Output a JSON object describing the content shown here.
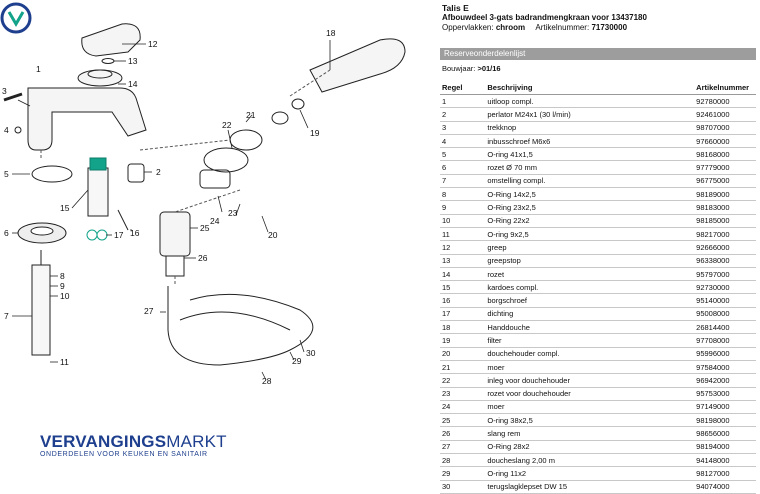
{
  "product": {
    "brand": "Talis E",
    "title": "Afbouwdeel 3-gats badrandmengkraan voor 13437180",
    "finish_label": "Oppervlakken:",
    "finish_value": "chroom",
    "article_label": "Artikelnummer:",
    "article_value": "71730000"
  },
  "parts_list_title": "Reserveonderdelenlijst",
  "build_year_label": "Bouwjaar:",
  "build_year_value": ">01/16",
  "columns": [
    "Regel",
    "Beschrijving",
    "Artikelnummer"
  ],
  "rows": [
    [
      "1",
      "uitloop compl.",
      "92780000"
    ],
    [
      "2",
      "perlator M24x1 (30 l/min)",
      "92461000"
    ],
    [
      "3",
      "trekknop",
      "98707000"
    ],
    [
      "4",
      "inbusschroef M6x6",
      "97660000"
    ],
    [
      "5",
      "O-ring 41x1,5",
      "98168000"
    ],
    [
      "6",
      "rozet Ø 70 mm",
      "97779000"
    ],
    [
      "7",
      "omstelling compl.",
      "96775000"
    ],
    [
      "8",
      "O-Ring 14x2,5",
      "98189000"
    ],
    [
      "9",
      "O-Ring 23x2,5",
      "98183000"
    ],
    [
      "10",
      "O-Ring 22x2",
      "98185000"
    ],
    [
      "11",
      "O-ring 9x2,5",
      "98217000"
    ],
    [
      "12",
      "greep",
      "92666000"
    ],
    [
      "13",
      "greepstop",
      "96338000"
    ],
    [
      "14",
      "rozet",
      "95797000"
    ],
    [
      "15",
      "kardoes compl.",
      "92730000"
    ],
    [
      "16",
      "borgschroef",
      "95140000"
    ],
    [
      "17",
      "dichting",
      "95008000"
    ],
    [
      "18",
      "Handdouche",
      "26814400"
    ],
    [
      "19",
      "filter",
      "97708000"
    ],
    [
      "20",
      "douchehouder compl.",
      "95996000"
    ],
    [
      "21",
      "moer",
      "97584000"
    ],
    [
      "22",
      "inleg voor douchehouder",
      "96942000"
    ],
    [
      "23",
      "rozet voor douchehouder",
      "95753000"
    ],
    [
      "24",
      "moer",
      "97149000"
    ],
    [
      "25",
      "O-ring 38x2,5",
      "98198000"
    ],
    [
      "26",
      "slang rem",
      "98656000"
    ],
    [
      "27",
      "O-Ring 28x2",
      "98194000"
    ],
    [
      "28",
      "doucheslang 2,00 m",
      "94148000"
    ],
    [
      "29",
      "O-ring 11x2",
      "98127000"
    ],
    [
      "30",
      "terugslagklepset DW 15",
      "94074000"
    ]
  ],
  "diagram_labels": [
    "1",
    "2",
    "3",
    "4",
    "5",
    "6",
    "7",
    "8",
    "9",
    "10",
    "11",
    "12",
    "13",
    "14",
    "15",
    "16",
    "17",
    "18",
    "19",
    "20",
    "21",
    "22",
    "23",
    "24",
    "25",
    "26",
    "27",
    "28",
    "29",
    "30"
  ],
  "logo": {
    "name_bold": "VERVANGINGS",
    "name_light": "MARKT",
    "tagline": "ONDERDELEN VOOR KEUKEN EN SANITAIR",
    "color": "#1e3f8e"
  },
  "accent_color": "#12a38a"
}
